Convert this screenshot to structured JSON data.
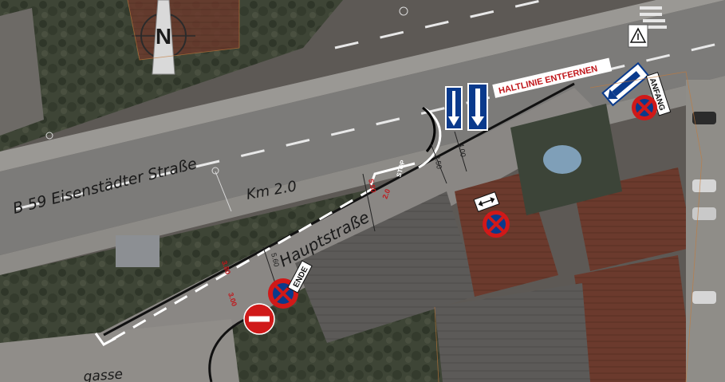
{
  "map": {
    "streets": {
      "main_road": "B 59 Eisenstädter Straße",
      "km_marker": "Km 2.0",
      "side_street": "Hauptstraße",
      "lower_street_partial": "gasse"
    },
    "compass": {
      "letter": "N"
    },
    "annotations": {
      "remove_stop_line": "HALTLINIE ENTFERNEN",
      "start_zone": "ANFANG",
      "end_zone": "ENDE"
    },
    "dimensions": {
      "d_400": "4.00",
      "d_250": "2.50",
      "d_550": "5.50",
      "d_560": "5.60",
      "d_380": "3.80",
      "d_300": "3.00",
      "d_20": "2.0"
    },
    "road_marking": {
      "stop_text": "STOP"
    },
    "colors": {
      "aerial_base": "#5f5a55",
      "road": "#7a7a7a",
      "sign_blue": "#0a3a8c",
      "sign_red": "#d01919",
      "white": "#ffffff",
      "dimension_red": "#c0181c"
    },
    "icons": [
      "north-arrow-icon",
      "one-way-arrow-sign-icon",
      "no-stopping-sign-icon",
      "no-entry-sign-icon",
      "pedestrian-crossing-sign-icon"
    ]
  }
}
